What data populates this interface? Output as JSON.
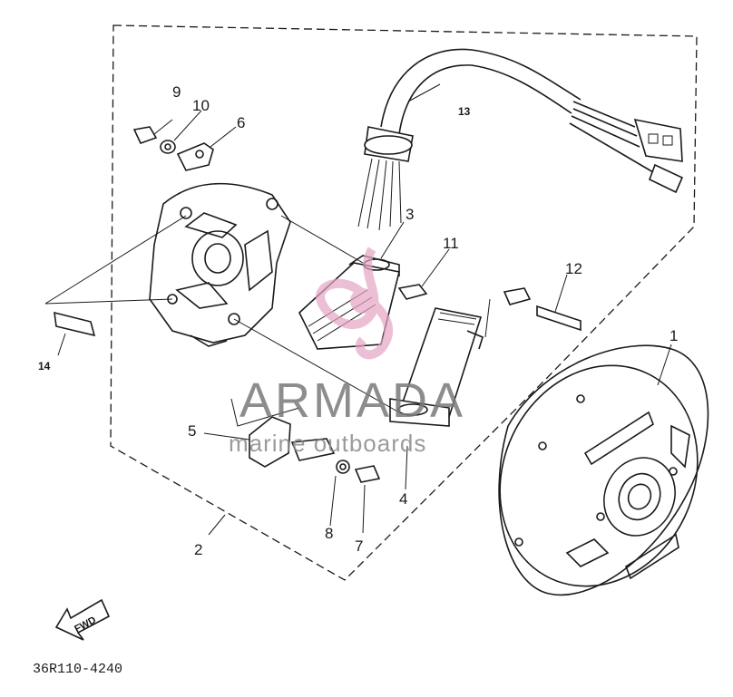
{
  "callouts": [
    {
      "id": "1",
      "text": "1"
    },
    {
      "id": "2",
      "text": "2"
    },
    {
      "id": "3",
      "text": "3"
    },
    {
      "id": "4",
      "text": "4"
    },
    {
      "id": "5",
      "text": "5"
    },
    {
      "id": "6",
      "text": "6"
    },
    {
      "id": "7",
      "text": "7"
    },
    {
      "id": "8",
      "text": "8"
    },
    {
      "id": "9",
      "text": "9"
    },
    {
      "id": "10",
      "text": "10"
    },
    {
      "id": "11",
      "text": "11"
    },
    {
      "id": "12",
      "text": "12"
    },
    {
      "id": "13",
      "text": "13"
    },
    {
      "id": "14",
      "text": "14"
    }
  ],
  "direction_arrow": "FWD",
  "diagram_code": "36R110-4240",
  "watermark": {
    "brand": "ARMADA",
    "tagline": "marine outboards",
    "logo_color": "#e6a4c4"
  }
}
